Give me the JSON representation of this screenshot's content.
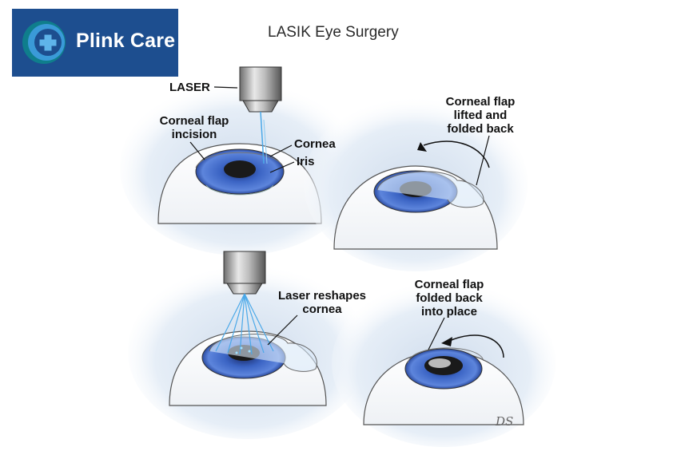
{
  "logo": {
    "brand_name": "Plink Care",
    "icon": "medical-cross-globe-icon",
    "background_color": "#1d4e8f"
  },
  "title": "LASIK Eye Surgery",
  "panels": [
    {
      "labels": {
        "laser": "LASER",
        "incision": [
          "Corneal flap",
          "incision"
        ],
        "cornea": "Cornea",
        "iris": "Iris"
      }
    },
    {
      "labels": {
        "flap_lifted": [
          "Corneal flap",
          "lifted and",
          "folded back"
        ]
      }
    },
    {
      "labels": {
        "reshapes": [
          "Laser reshapes",
          "cornea"
        ]
      }
    },
    {
      "labels": {
        "flap_replaced": [
          "Corneal flap",
          "folded back",
          "into place"
        ]
      }
    }
  ],
  "signature": "DS",
  "colors": {
    "iris": "#3b64c4",
    "laser_beam": "#4aa8e8",
    "glow": "#dbe6f3"
  }
}
